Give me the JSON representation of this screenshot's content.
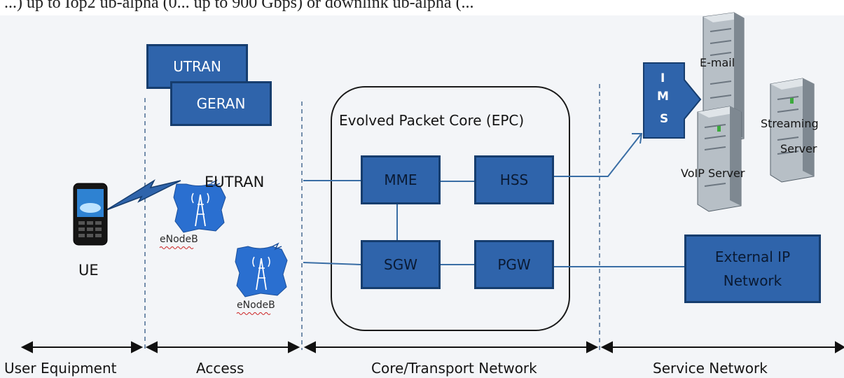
{
  "caption_fragment": "...) up to Iop2 ub-alpha (0... up to 900 Gbps) or downlink ub-alpha (...",
  "ran": {
    "utran": "UTRAN",
    "geran": "GERAN",
    "eutran": "EUTRAN"
  },
  "enodeb_1": "eNodeB",
  "enodeb_2": "eNodeB",
  "ue_label": "UE",
  "epc": {
    "title": "Evolved Packet Core (EPC)",
    "mme": "MME",
    "hss": "HSS",
    "sgw": "SGW",
    "pgw": "PGW"
  },
  "ims": {
    "letters": [
      "I",
      "M",
      "S"
    ]
  },
  "servers": {
    "email": "E-mail",
    "streaming_1": "Streaming",
    "streaming_2": "Server",
    "voip": "VoIP Server"
  },
  "external_ip_1": "External IP",
  "external_ip_2": "Network",
  "domains": {
    "user_equipment": "User Equipment",
    "access": "Access",
    "core": "Core/Transport Network",
    "service": "Service Network"
  },
  "colors": {
    "box_fill": "#2f64ab",
    "box_border": "#163d6e",
    "line": "#3a6ea5",
    "background": "#f3f5f8"
  }
}
